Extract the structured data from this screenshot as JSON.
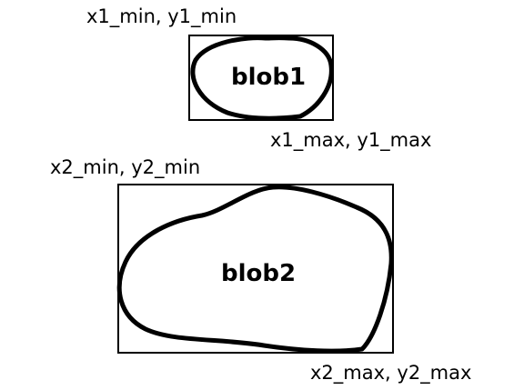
{
  "colors": {
    "background": "#ffffff",
    "stroke": "#000000"
  },
  "blob1": {
    "label": "blob1",
    "top_left_label": "x1_min, y1_min",
    "bottom_right_label": "x1_max, y1_max"
  },
  "blob2": {
    "label": "blob2",
    "top_left_label": "x2_min, y2_min",
    "bottom_right_label": "x2_max, y2_max"
  }
}
